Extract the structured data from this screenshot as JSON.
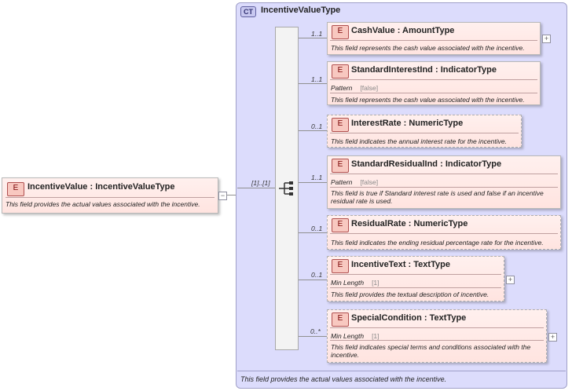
{
  "root": {
    "badge": "E",
    "name": "IncentiveValue",
    "type": "IncentiveValueType",
    "description": "This field provides the actual values associated with the incentive.",
    "collapse": "−"
  },
  "complex_type": {
    "badge": "CT",
    "name": "IncentiveValueType",
    "footer": "This field provides the actual values associated with the incentive."
  },
  "sequence": {
    "cardinality": "[1]..[1]"
  },
  "elements": [
    {
      "badge": "E",
      "name": "CashValue",
      "type": "AmountType",
      "cardinality": "1..1",
      "description": "This field represents the cash value associated with the incentive.",
      "expand": "+"
    },
    {
      "badge": "E",
      "name": "StandardInterestInd",
      "type": "IndicatorType",
      "cardinality": "1..1",
      "facet_label": "Pattern",
      "facet_value": "[false]",
      "description": "This field represents the cash value associated with the incentive."
    },
    {
      "badge": "E",
      "name": "InterestRate",
      "type": "NumericType",
      "cardinality": "0..1",
      "description": "This field indicates the annual interest rate for the incentive."
    },
    {
      "badge": "E",
      "name": "StandardResidualInd",
      "type": "IndicatorType",
      "cardinality": "1..1",
      "facet_label": "Pattern",
      "facet_value": "[false]",
      "description_1": "This field is true if Standard interest rate is used and false if an incentive",
      "description_2": "residual rate is used."
    },
    {
      "badge": "E",
      "name": "ResidualRate",
      "type": "NumericType",
      "cardinality": "0..1",
      "description": "This field indicates the ending residual percentage rate for the incentive."
    },
    {
      "badge": "E",
      "name": "IncentiveText",
      "type": "TextType",
      "cardinality": "0..1",
      "facet_label": "Min Length",
      "facet_value": "[1]",
      "description": "This field  provides the textual description of incentive.",
      "expand": "+"
    },
    {
      "badge": "E",
      "name": "SpecialCondition",
      "type": "TextType",
      "cardinality": "0..*",
      "facet_label": "Min Length",
      "facet_value": "[1]",
      "description_1": "This field indicates special terms and conditions associated with the",
      "description_2": "incentive.",
      "expand": "+"
    }
  ]
}
